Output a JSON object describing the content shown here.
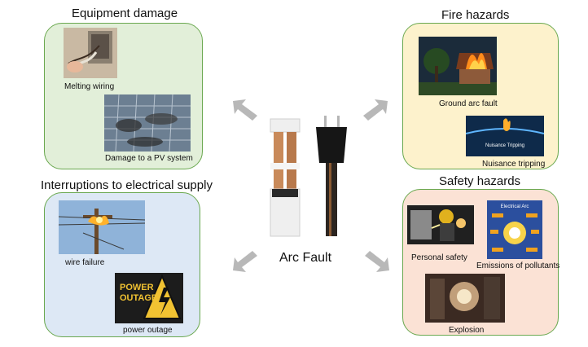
{
  "center": {
    "label": "Arc Fault"
  },
  "equipment": {
    "title": "Equipment damage",
    "items": [
      "Melting wiring",
      "Damage to a PV system"
    ]
  },
  "fire": {
    "title": "Fire hazards",
    "items": [
      "Ground arc fault",
      "Nuisance tripping"
    ],
    "inset_text": "Nuisance Tripping"
  },
  "interruptions": {
    "title": "Interruptions to electrical supply",
    "items": [
      "wire failure",
      "power outage"
    ],
    "sign_text": [
      "POWER",
      "OUTAGE"
    ]
  },
  "safety": {
    "title": "Safety hazards",
    "items": [
      "Personal safety",
      "Emissions of pollutants",
      "Explosion"
    ],
    "inset_text": "Electrical Arc"
  },
  "colors": {
    "green_panel": "#e2efd9",
    "yellow_panel": "#fdf2cc",
    "blue_panel": "#dde8f5",
    "peach_panel": "#fbe2d5",
    "border": "#6aa84f",
    "arrow": "#b8b8b8"
  }
}
